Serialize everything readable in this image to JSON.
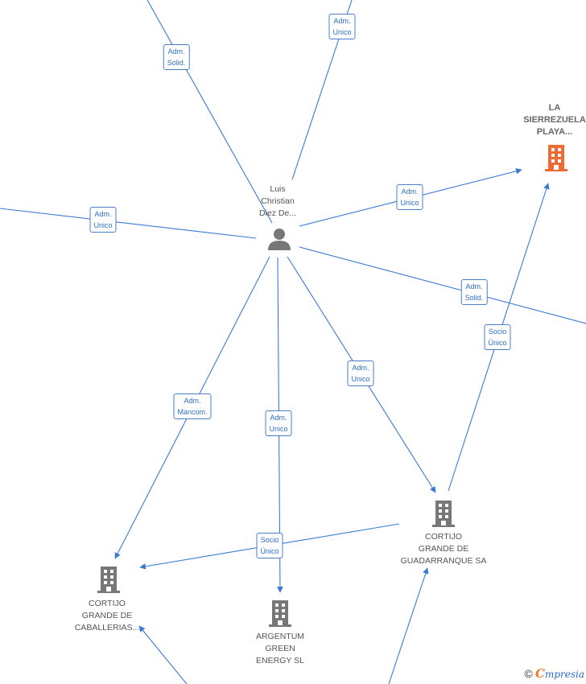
{
  "nodes": {
    "person": {
      "name_lines": [
        "Luis",
        "Christian",
        "Diez De..."
      ],
      "icon": "person-icon"
    },
    "la_sierrezuela": {
      "name_lines": [
        "LA",
        "SIERREZUELA",
        "PLAYA..."
      ],
      "icon": "building-icon",
      "color": "#f06a34"
    },
    "cortijo_guadarranque": {
      "name_lines": [
        "CORTIJO",
        "GRANDE DE",
        "GUADARRANQUE SA"
      ],
      "icon": "building-icon",
      "color": "#777777"
    },
    "cortijo_caballerias": {
      "name_lines": [
        "CORTIJO",
        "GRANDE DE",
        "CABALLERIAS..."
      ],
      "icon": "building-icon",
      "color": "#777777"
    },
    "argentum": {
      "name_lines": [
        "ARGENTUM",
        "GREEN",
        "ENERGY  SL"
      ],
      "icon": "building-icon",
      "color": "#777777"
    }
  },
  "edge_labels": {
    "top_left": [
      "Adm.",
      "Solid."
    ],
    "top_mid": [
      "Adm.",
      "Unico"
    ],
    "left": [
      "Adm.",
      "Unico"
    ],
    "to_sierrezuela": [
      "Adm.",
      "Unico"
    ],
    "right": [
      "Adm.",
      "Solid."
    ],
    "socio_sierrezuela": [
      "Socio",
      "Único"
    ],
    "to_guadarranque": [
      "Adm.",
      "Unico"
    ],
    "to_argentum": [
      "Adm.",
      "Unico"
    ],
    "to_caballerias": [
      "Adm.",
      "Mancom."
    ],
    "socio_caballerias": [
      "Socio",
      "Único"
    ]
  },
  "colors": {
    "edge": "#3a7ad5",
    "label_text": "#2b6fc7"
  },
  "brand": {
    "copyright": "©",
    "initial": "C",
    "rest": "mpresia"
  }
}
